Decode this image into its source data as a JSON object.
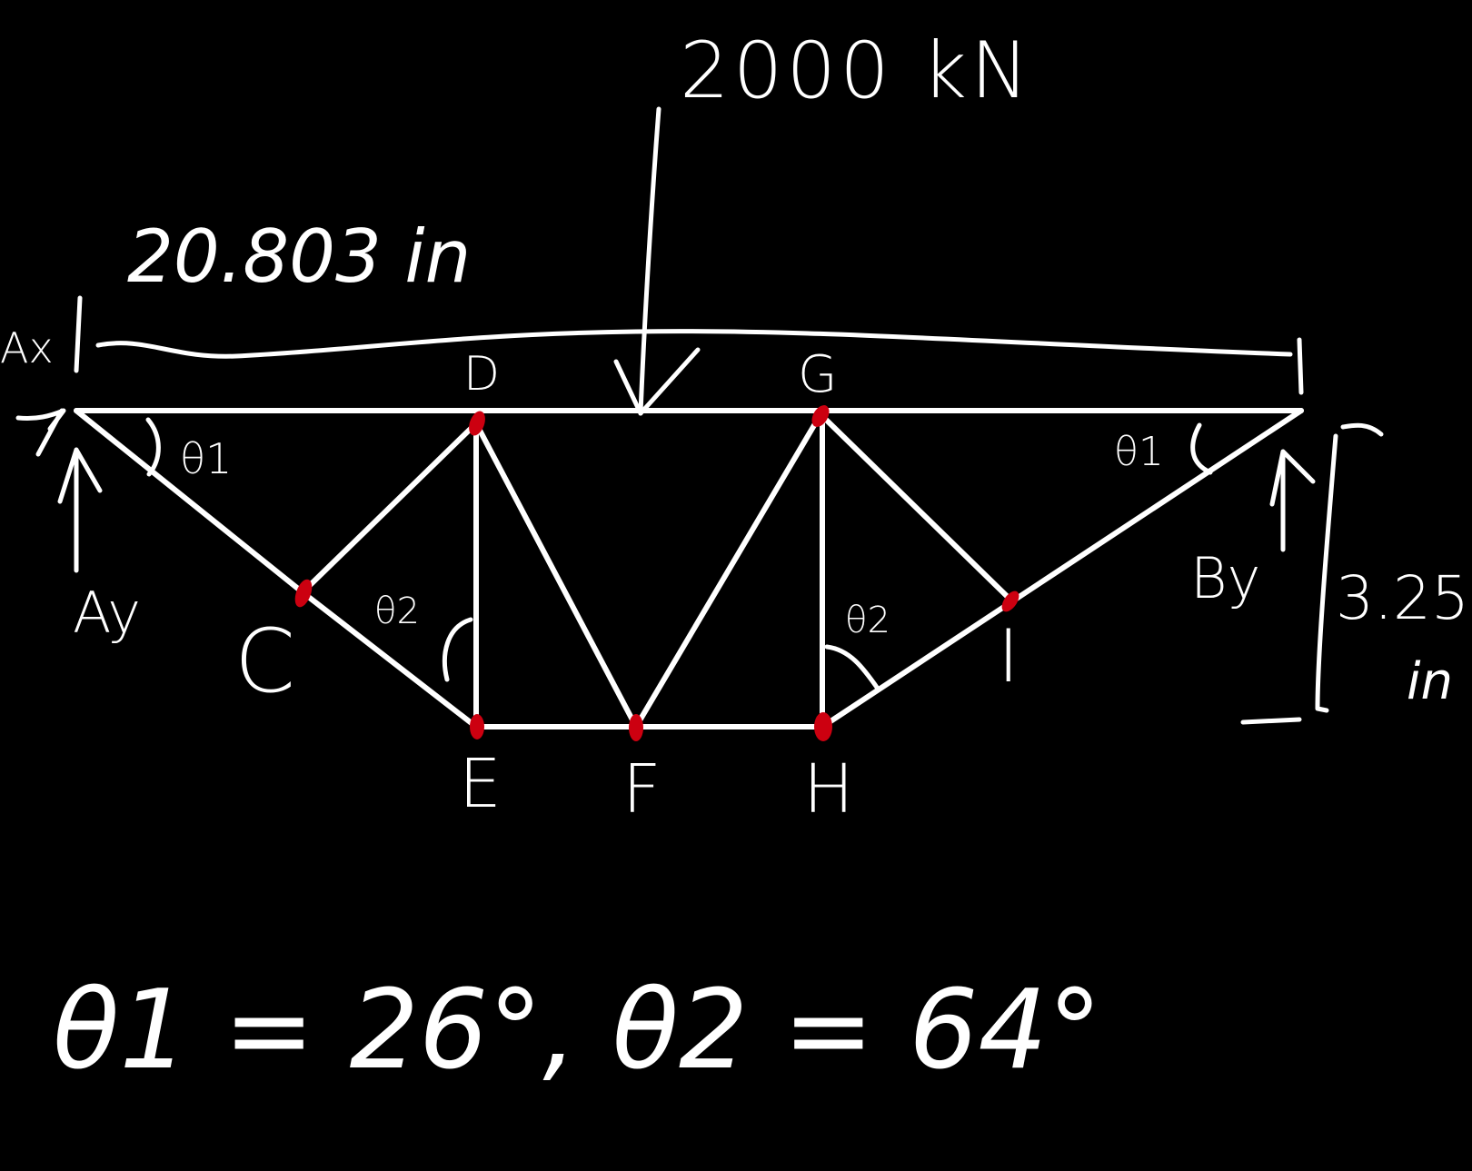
{
  "diagram": {
    "load_label": "2000 kN",
    "span_label": "20.803 in",
    "height_label": "3.25",
    "height_unit": "in",
    "reactions": {
      "ax": "Ax",
      "ay": "Ay",
      "by": "By"
    },
    "joints": {
      "c": "C",
      "d": "D",
      "e": "E",
      "f": "F",
      "g": "G",
      "h": "H",
      "i": "I"
    },
    "angles": {
      "theta1": "θ1",
      "theta2": "θ2"
    },
    "result": "θ1 = 26°, θ2 = 64°",
    "joint_color": "#cc0010",
    "line_color": "#ffffff",
    "background": "#000000"
  }
}
